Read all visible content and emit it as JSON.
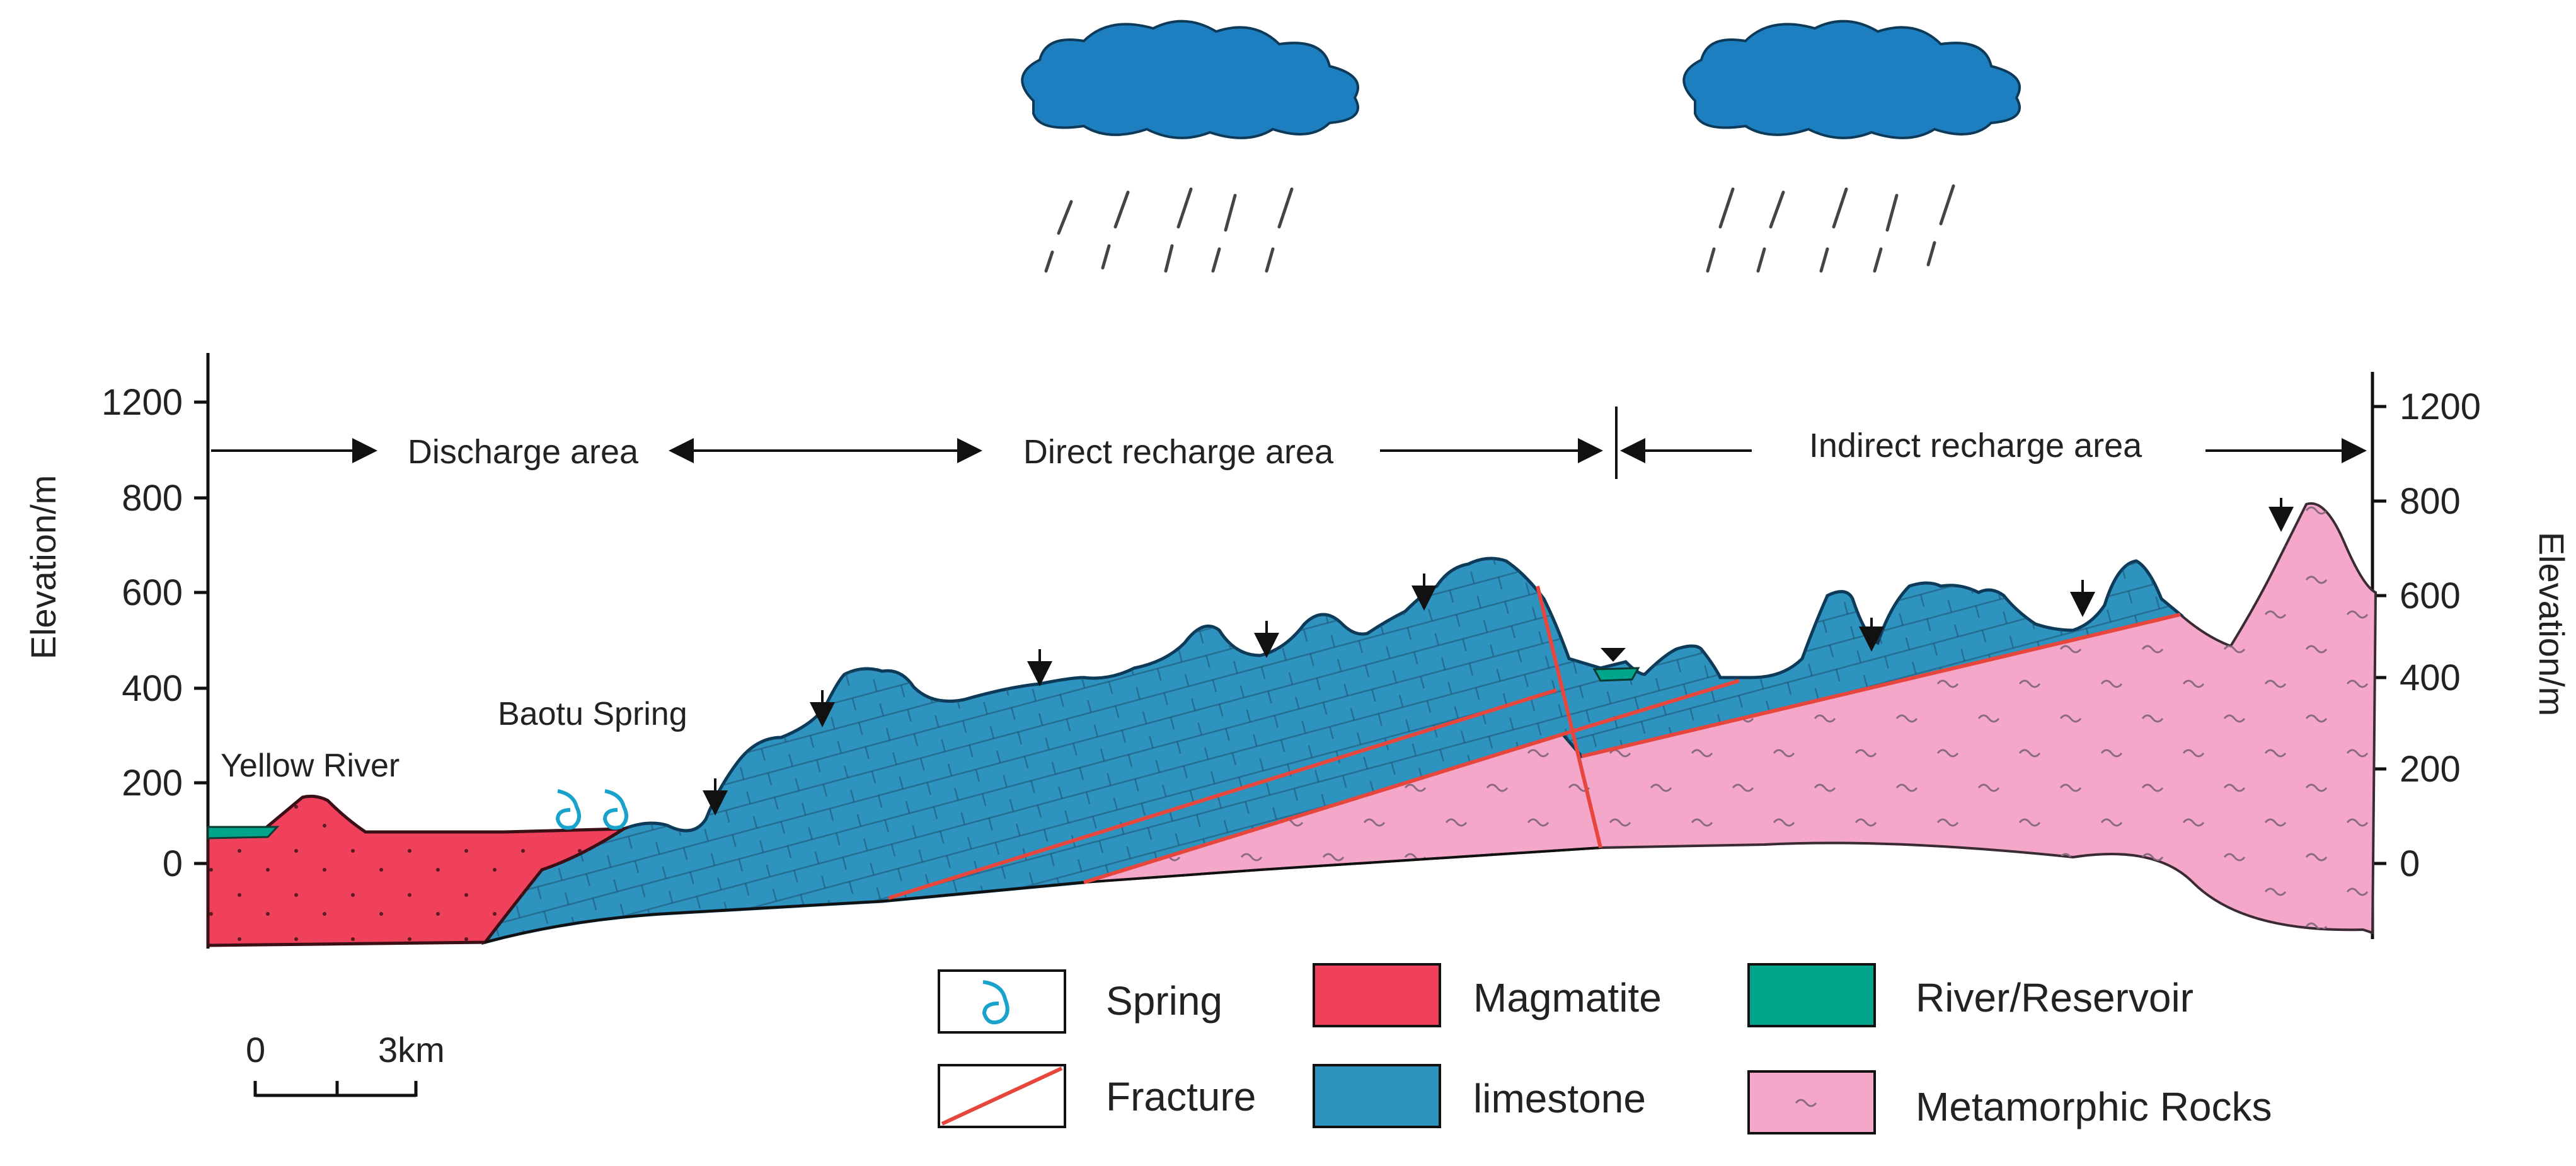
{
  "diagram": {
    "left_axis": {
      "title": "Elevation/m",
      "ticks": [
        "1200",
        "800",
        "600",
        "400",
        "200",
        "0"
      ]
    },
    "right_axis": {
      "title": "Elevation/m",
      "ticks": [
        "1200",
        "800",
        "600",
        "400",
        "200",
        "0"
      ]
    },
    "areas": [
      {
        "label": "Discharge area"
      },
      {
        "label": "Direct recharge area"
      },
      {
        "label": "Indirect recharge area"
      }
    ],
    "places": {
      "yellow_river": "Yellow River",
      "baotu_spring": "Baotu Spring"
    },
    "scale_bar": {
      "start": "0",
      "end": "3km"
    },
    "legend": [
      {
        "label": "Spring",
        "icon": "spring-icon"
      },
      {
        "label": "Magmatite",
        "color": "#f0415c"
      },
      {
        "label": "River/Reservoir",
        "color": "#00a58c"
      },
      {
        "label": "Fracture",
        "icon": "fracture-line",
        "color": "#e6463c"
      },
      {
        "label": "limestone",
        "color": "#2f93c0"
      },
      {
        "label": "Metamorphic Rocks",
        "color": "#f4a7c8"
      }
    ],
    "colors": {
      "magmatite": "#f0415c",
      "limestone": "#2f93c0",
      "metamorphic": "#f4a7c8",
      "river": "#00a58c",
      "cloud": "#1e7fc0",
      "fracture": "#e6463c",
      "spring": "#19a3cc"
    }
  }
}
